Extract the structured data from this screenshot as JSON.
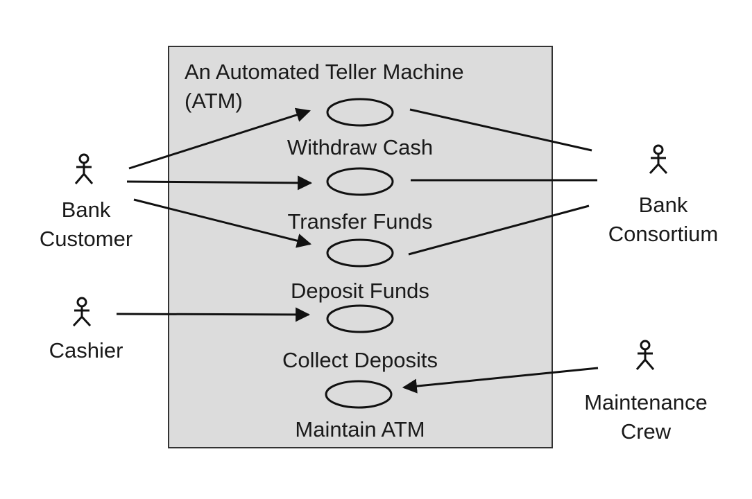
{
  "system": {
    "title": "An Automated Teller Machine (ATM)"
  },
  "use_cases": [
    {
      "id": "withdraw",
      "label": "Withdraw Cash"
    },
    {
      "id": "transfer",
      "label": "Transfer Funds"
    },
    {
      "id": "deposit",
      "label": "Deposit Funds"
    },
    {
      "id": "collect",
      "label": "Collect Deposits"
    },
    {
      "id": "maintain",
      "label": "Maintain ATM"
    }
  ],
  "actors": [
    {
      "id": "customer",
      "lines": [
        "Bank",
        "Customer"
      ]
    },
    {
      "id": "cashier",
      "lines": [
        "Cashier"
      ]
    },
    {
      "id": "consortium",
      "lines": [
        "Bank",
        "Consortium"
      ]
    },
    {
      "id": "crew",
      "lines": [
        "Maintenance",
        "Crew"
      ]
    }
  ],
  "associations": [
    {
      "from": "customer",
      "to": "withdraw",
      "arrow": true
    },
    {
      "from": "customer",
      "to": "transfer",
      "arrow": true
    },
    {
      "from": "customer",
      "to": "deposit",
      "arrow": true
    },
    {
      "from": "cashier",
      "to": "collect",
      "arrow": true
    },
    {
      "from": "crew",
      "to": "maintain",
      "arrow": true
    },
    {
      "from": "withdraw",
      "to": "consortium",
      "arrow": false
    },
    {
      "from": "transfer",
      "to": "consortium",
      "arrow": false
    },
    {
      "from": "deposit",
      "to": "consortium",
      "arrow": false
    }
  ],
  "colors": {
    "boundary_fill": "#dcdcdc",
    "stroke": "#111111",
    "text": "#1a1a1a"
  }
}
